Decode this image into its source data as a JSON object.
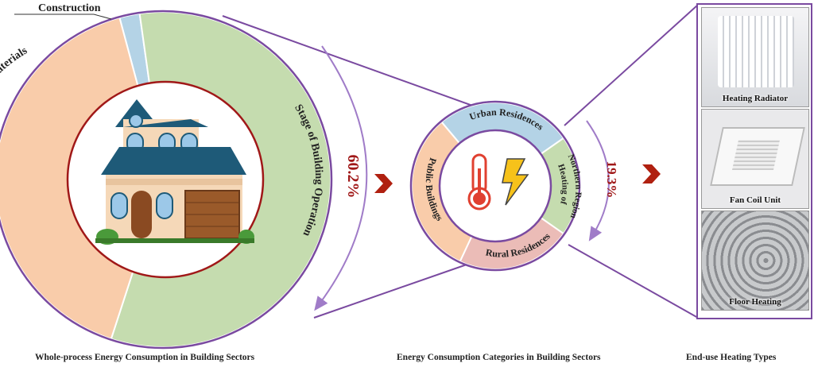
{
  "whole_process": {
    "construction_label": "Construction",
    "segments": [
      {
        "label": "Production and Transportation of Building Materials",
        "color": "#f9ccaa"
      },
      {
        "label": "Construction",
        "color": "#b4d3e6"
      },
      {
        "label": "Stage of Building Operation",
        "color": "#c5dcaf"
      }
    ],
    "operation_share": "60.2%",
    "caption": "Whole-process Energy Consumption in Building Sectors"
  },
  "categories": {
    "segments": [
      {
        "label": "Urban Residences",
        "color": "#b4d3e6"
      },
      {
        "label": "Heating of",
        "label2": "Northern Region",
        "color": "#c5dcaf"
      },
      {
        "label": "Rural Residences",
        "color": "#ebbcb7"
      },
      {
        "label": "Public Buildings",
        "color": "#f9ccaa"
      }
    ],
    "heating_share": "19.3%",
    "caption": "Energy Consumption Categories in Building Sectors",
    "icons": [
      "thermometer-icon",
      "lightning-icon"
    ]
  },
  "heating_types": {
    "items": [
      "Heating Radiator",
      "Fan Coil Unit",
      "Floor Heating"
    ],
    "caption": "End-use Heating Types"
  },
  "colors": {
    "ring_border": "#7a4aa0",
    "inner_border": "#a01818",
    "arrow": "#a07cc8",
    "percent": "#a01818",
    "chevron": "#b02010"
  }
}
